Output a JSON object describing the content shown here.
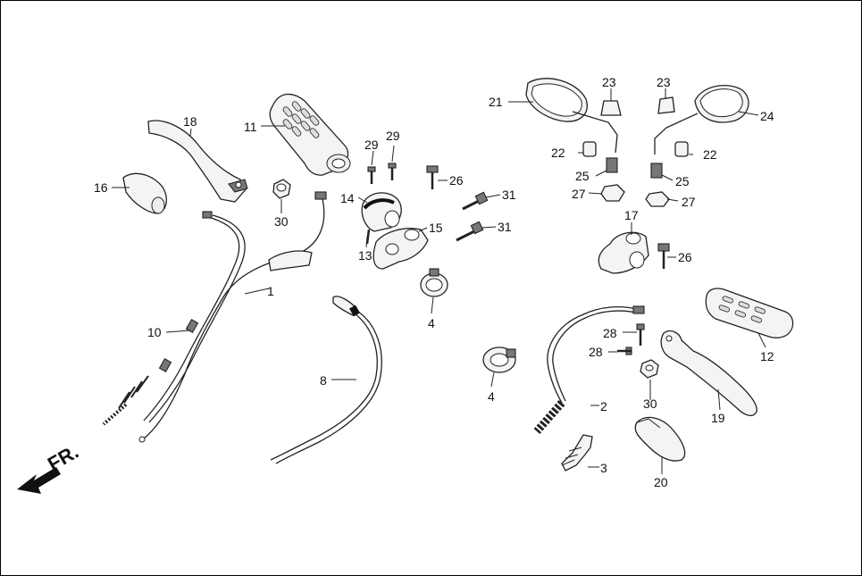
{
  "direction_label": "FR.",
  "callouts": [
    {
      "id": "c1",
      "text": "1"
    },
    {
      "id": "c2",
      "text": "2"
    },
    {
      "id": "c3",
      "text": "3"
    },
    {
      "id": "c4a",
      "text": "4"
    },
    {
      "id": "c4b",
      "text": "4"
    },
    {
      "id": "c8",
      "text": "8"
    },
    {
      "id": "c10",
      "text": "10"
    },
    {
      "id": "c11",
      "text": "11"
    },
    {
      "id": "c12",
      "text": "12"
    },
    {
      "id": "c13",
      "text": "13"
    },
    {
      "id": "c14",
      "text": "14"
    },
    {
      "id": "c15",
      "text": "15"
    },
    {
      "id": "c16",
      "text": "16"
    },
    {
      "id": "c17",
      "text": "17"
    },
    {
      "id": "c18",
      "text": "18"
    },
    {
      "id": "c19",
      "text": "19"
    },
    {
      "id": "c20",
      "text": "20"
    },
    {
      "id": "c21",
      "text": "21"
    },
    {
      "id": "c22a",
      "text": "22"
    },
    {
      "id": "c22b",
      "text": "22"
    },
    {
      "id": "c23a",
      "text": "23"
    },
    {
      "id": "c23b",
      "text": "23"
    },
    {
      "id": "c24",
      "text": "24"
    },
    {
      "id": "c25a",
      "text": "25"
    },
    {
      "id": "c25b",
      "text": "25"
    },
    {
      "id": "c26a",
      "text": "26"
    },
    {
      "id": "c26b",
      "text": "26"
    },
    {
      "id": "c27a",
      "text": "27"
    },
    {
      "id": "c27b",
      "text": "27"
    },
    {
      "id": "c28a",
      "text": "28"
    },
    {
      "id": "c28b",
      "text": "28"
    },
    {
      "id": "c29a",
      "text": "29"
    },
    {
      "id": "c29b",
      "text": "29"
    },
    {
      "id": "c30a",
      "text": "30"
    },
    {
      "id": "c30b",
      "text": "30"
    },
    {
      "id": "c31a",
      "text": "31"
    },
    {
      "id": "c31b",
      "text": "31"
    }
  ]
}
